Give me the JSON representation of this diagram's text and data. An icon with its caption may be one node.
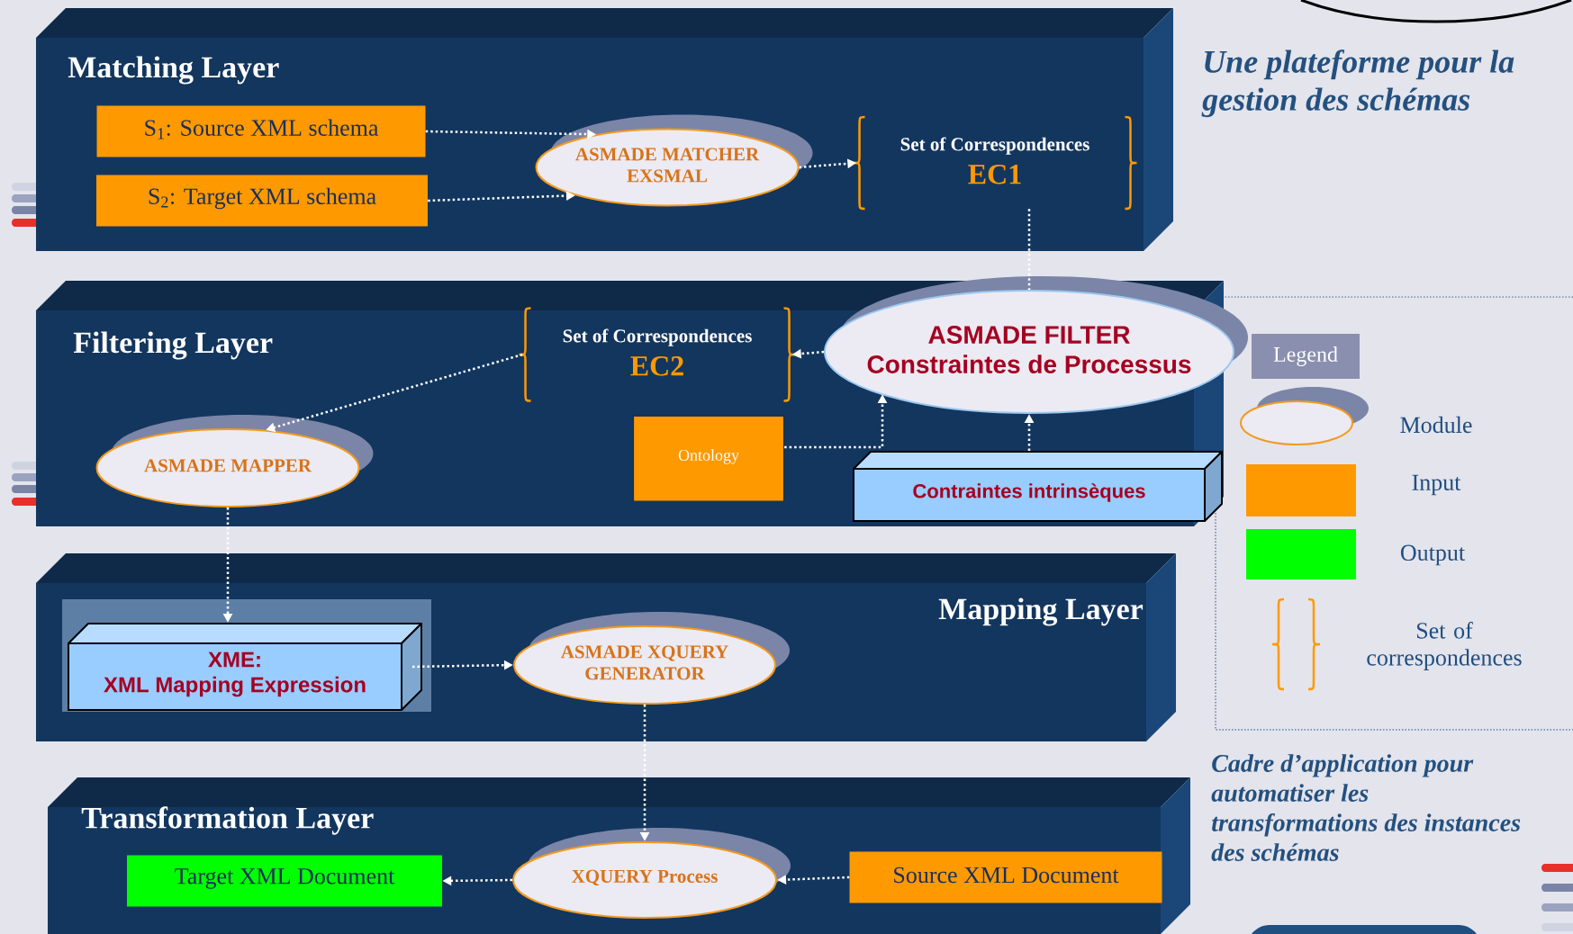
{
  "diagram": {
    "nodes": [
      {
        "text": [
          "Matching Layer"
        ]
      },
      {
        "text": [
          "S$_{1}$: Source XML schema"
        ],
        "in": 0
      },
      {
        "text": [
          "S$_{2}$: Target XML schema"
        ],
        "in": 0
      },
      {
        "text": [
          "ASMADE MATCHER",
          "EXSMAL"
        ],
        "in": 0
      },
      {
        "text": [
          "Set of Correspondences",
          "EC1"
        ],
        "in": 0
      },
      {
        "text": [
          "Filtering Layer"
        ]
      },
      {
        "text": [
          "Set of Correspondences",
          "EC2"
        ],
        "in": 5
      },
      {
        "text": [
          "ASMADE FILTER",
          "Constraintes de Processus"
        ]
      },
      {
        "text": [
          "ASMADE MAPPER"
        ],
        "in": 5
      },
      {
        "text": [
          "Ontology"
        ],
        "in": 5
      },
      {
        "text": [
          "Contraintes intrinsèques"
        ],
        "in": 5
      },
      {
        "text": [
          "Mapping Layer"
        ]
      },
      {
        "text": [
          "XME:",
          "XML Mapping Expression"
        ],
        "in": 11
      },
      {
        "text": [
          "ASMADE XQUERY GENERATOR"
        ],
        "in": 11
      },
      {
        "text": [
          "Transformation Layer"
        ]
      },
      {
        "text": [
          "Target XML Document"
        ],
        "in": 14
      },
      {
        "text": [
          "XQUERY Process"
        ],
        "in": 14
      },
      {
        "text": [
          "Source XML Document"
        ],
        "in": 14
      }
    ],
    "edges": [
      {
        "from": 1,
        "to": 3,
        "arrow": "to"
      },
      {
        "from": 2,
        "to": 3,
        "arrow": "to"
      },
      {
        "from": 3,
        "to": 4,
        "arrow": "to"
      },
      {
        "from": 4,
        "to": 7,
        "arrow": "none"
      },
      {
        "from": 7,
        "to": 6,
        "arrow": "to"
      },
      {
        "from": 6,
        "to": 8,
        "arrow": "to"
      },
      {
        "from": 9,
        "to": 7,
        "arrow": "to"
      },
      {
        "from": 10,
        "to": 7,
        "arrow": "to"
      },
      {
        "from": 8,
        "to": 12,
        "arrow": "to"
      },
      {
        "from": 12,
        "to": 13,
        "arrow": "to"
      },
      {
        "from": 13,
        "to": 16,
        "arrow": "to"
      },
      {
        "from": 16,
        "to": 15,
        "arrow": "to"
      },
      {
        "from": 17,
        "to": 16,
        "arrow": "to"
      }
    ],
    "labels": [
      "Une plateforme pour la gestion des schémas",
      "Legend",
      "Cadre d’application pour automatiser les transformations des instances des schémas"
    ],
    "legend": [
      {
        "text": "Module"
      },
      {
        "text": "Input",
        "color": "#ff9900"
      },
      {
        "text": "Output",
        "color": "#00ff00"
      },
      {
        "text": "Set of correspondences"
      }
    ]
  }
}
